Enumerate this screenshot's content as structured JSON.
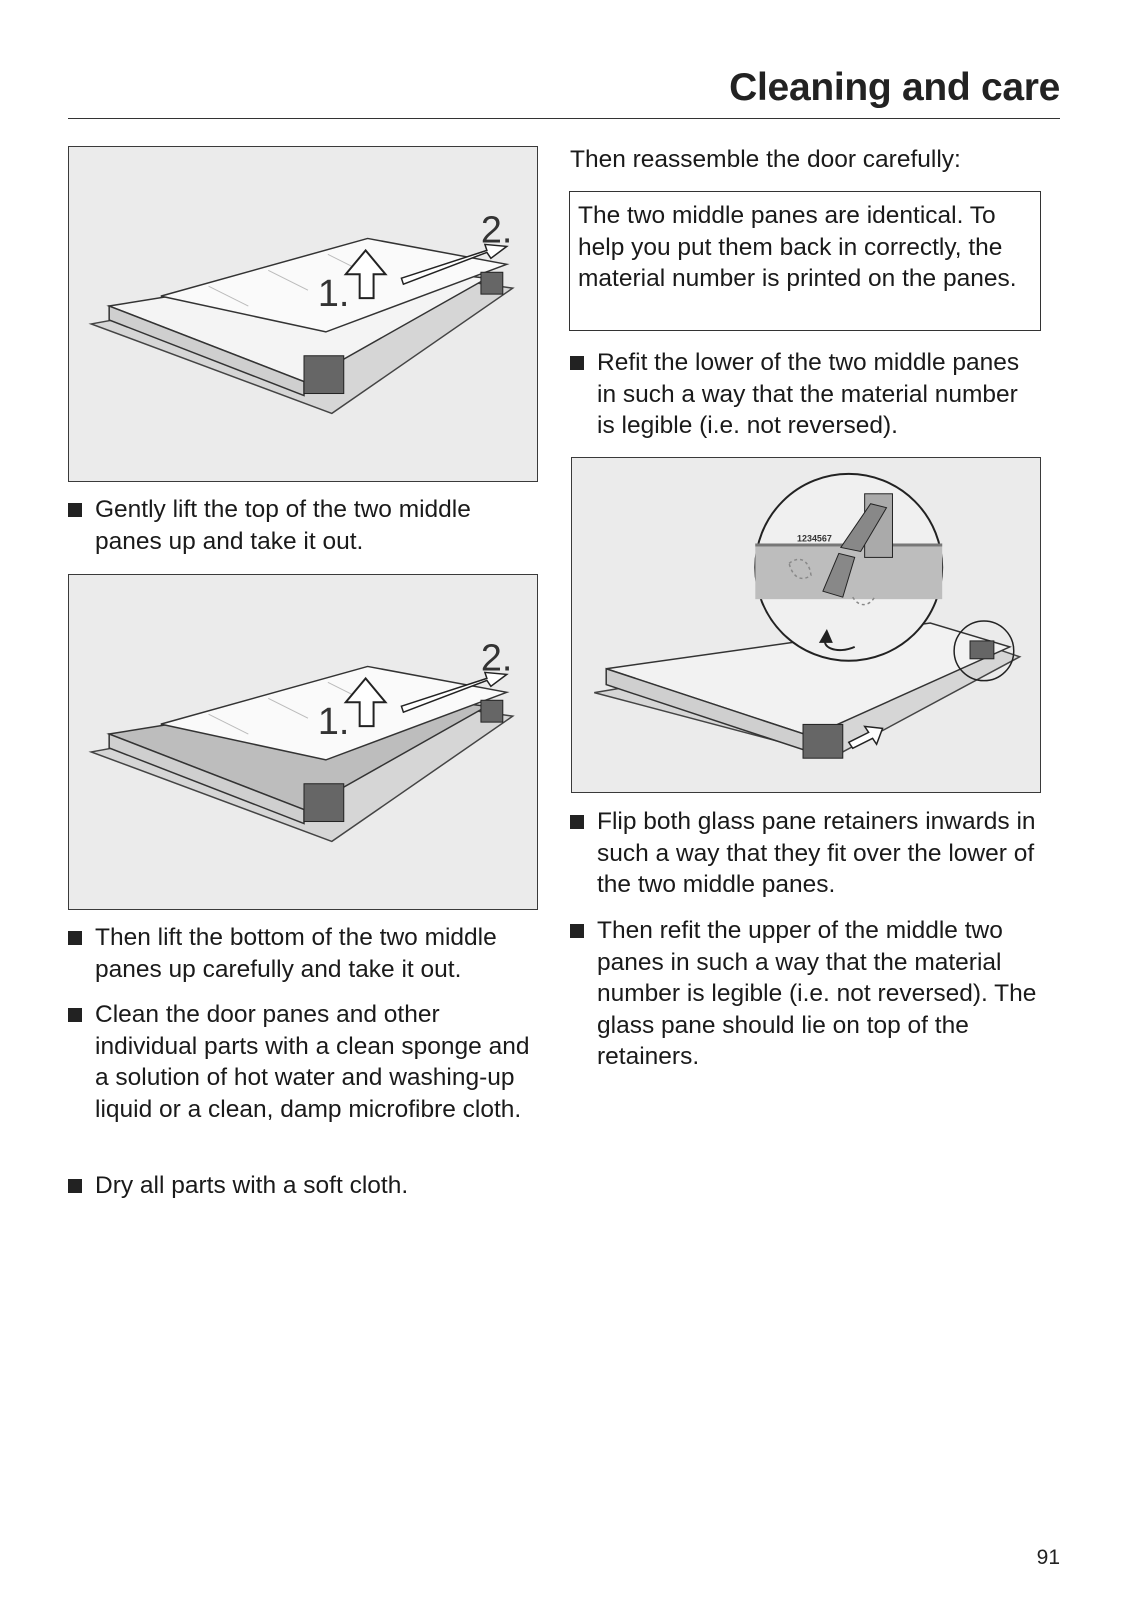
{
  "header": {
    "title": "Cleaning and care"
  },
  "figures": {
    "fig1": {
      "step1": "1.",
      "step2": "2."
    },
    "fig2": {
      "step1": "1.",
      "step2": "2."
    },
    "fig3": {
      "material_number": "1234567"
    }
  },
  "left_column": {
    "bullet1": "Gently lift the top of the two middle panes up and take it out.",
    "bullet2": "Then lift the bottom of the two middle panes up carefully and take it out.",
    "bullet3": "Clean the door panes and other individual parts with a clean sponge and a solution of hot water and washing-up liquid or a clean, damp microfibre cloth.",
    "bullet4": "Dry all parts with a soft cloth."
  },
  "right_column": {
    "intro": "Then reassemble the door carefully:",
    "note": "The two middle panes are identical. To help you put them back in correctly, the material number is printed on the panes.",
    "bullet1": "Refit the lower of the two middle panes in such a way that the material number is legible (i.e. not reversed).",
    "bullet2": "Flip both glass pane retainers inwards in such a way that they fit over the lower of the two middle panes.",
    "bullet3": "Then refit the upper of the middle two panes in such a way that the material number is legible (i.e. not reversed). The glass pane should lie on top of the retainers."
  },
  "footer": {
    "page_number": "91"
  }
}
